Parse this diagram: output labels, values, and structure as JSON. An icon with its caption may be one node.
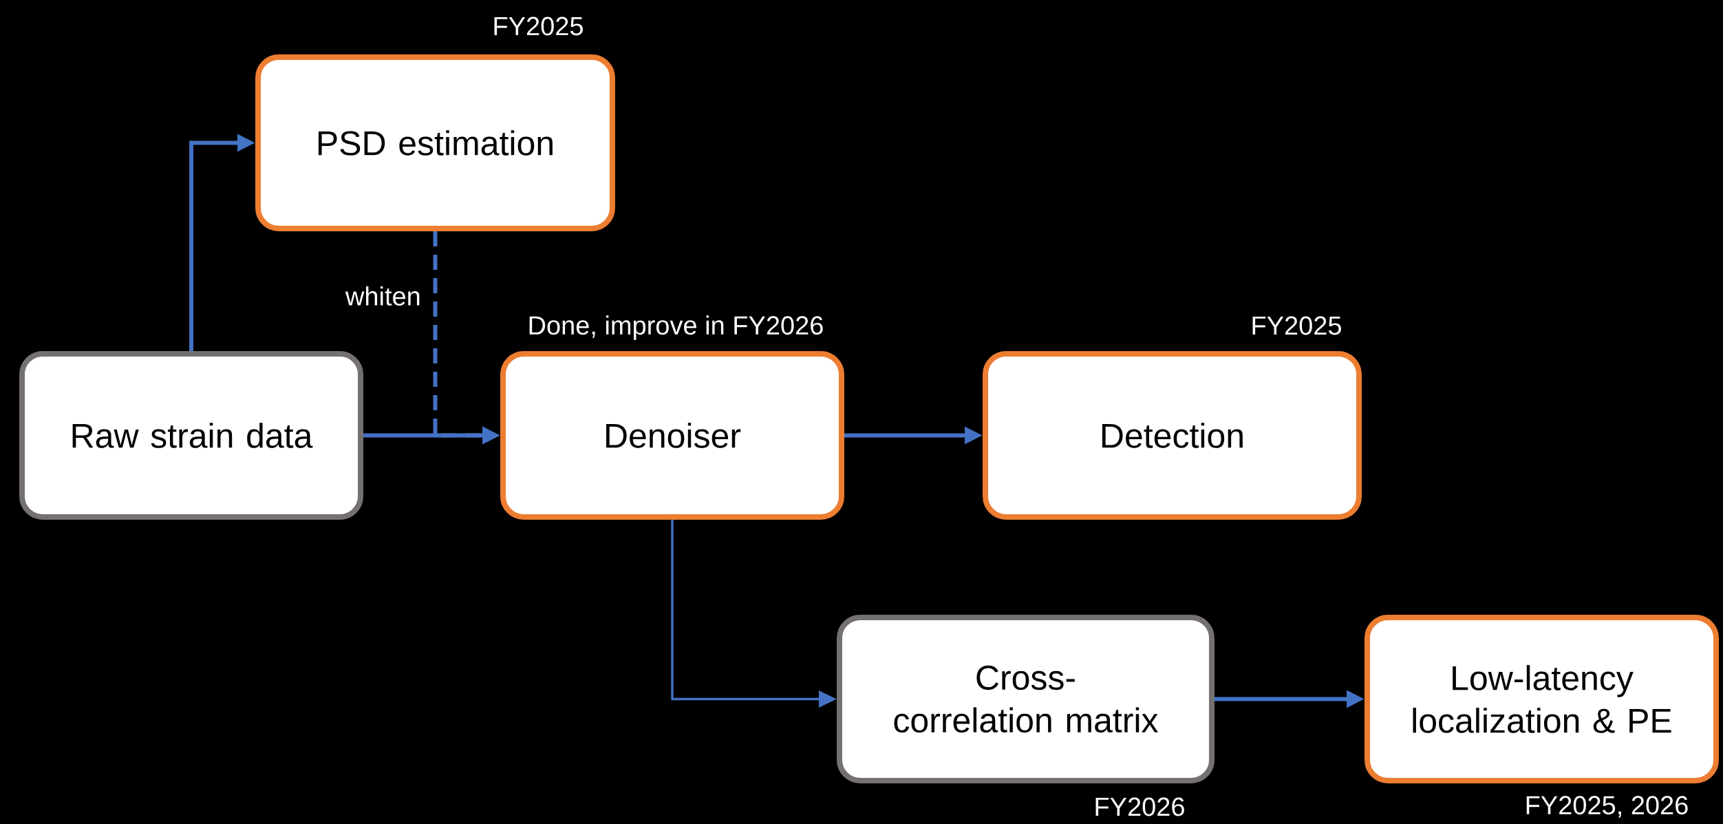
{
  "diagram": {
    "nodes": [
      {
        "text": [
          "PSD estimation"
        ],
        "beside": [
          "FY2025"
        ]
      },
      {
        "text": [
          "Raw strain data"
        ]
      },
      {
        "text": [
          "Denoiser"
        ],
        "beside": [
          "Done, improve in FY2026"
        ]
      },
      {
        "text": [
          "Detection"
        ],
        "beside": [
          "FY2025"
        ]
      },
      {
        "text": [
          "Cross-correlation matrix"
        ],
        "beside": [
          "FY2026"
        ]
      },
      {
        "text": [
          "Low-latency localization & PE"
        ],
        "beside": [
          "FY2025, 2026"
        ]
      }
    ],
    "edges": [
      {
        "from": 1,
        "to": 0,
        "arrow": "to"
      },
      {
        "from": 1,
        "to": 2,
        "arrow": "to"
      },
      {
        "from": 0,
        "to": 2,
        "arrow": "to",
        "label": "whiten",
        "style": "dashed"
      },
      {
        "from": 2,
        "to": 3,
        "arrow": "to"
      },
      {
        "from": 2,
        "to": 4,
        "arrow": "to"
      },
      {
        "from": 4,
        "to": 5,
        "arrow": "to"
      }
    ]
  }
}
